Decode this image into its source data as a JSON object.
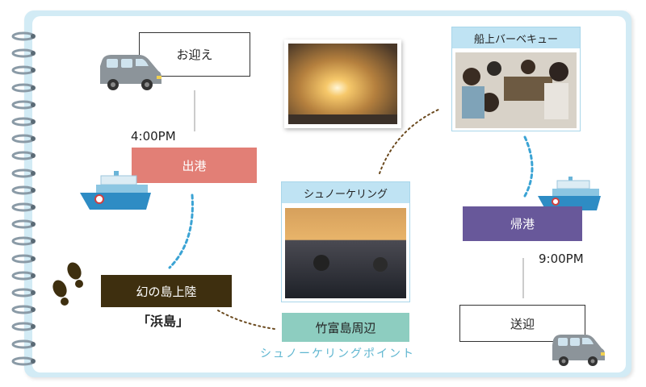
{
  "nodes": {
    "pickup": "お迎え",
    "departure_time": "4:00PM",
    "departure": "出港",
    "island_landing": "幻の島上陸",
    "island_name": "「浜島」",
    "snorkel_caption": "シュノーケリング",
    "bbq_caption": "船上バーベキュー",
    "area": "竹富島周辺",
    "snorkel_point": "シュノーケリングポイント",
    "return": "帰港",
    "return_time": "9:00PM",
    "dropoff": "送迎"
  },
  "colors": {
    "departure": "#e27f76",
    "island": "#3e2f0f",
    "area": "#8dcdc0",
    "return": "#68589a",
    "snorkel_text": "#5fb6d0",
    "ring": "#8a9aa6"
  },
  "icons": [
    "ring-icon",
    "van-icon",
    "ship-icon",
    "footprints-icon"
  ]
}
